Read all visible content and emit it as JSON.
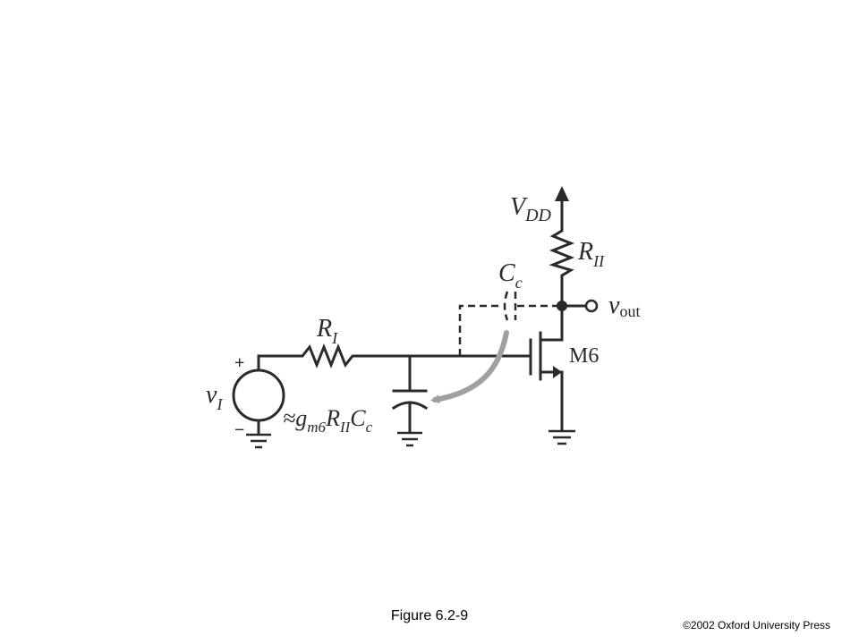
{
  "figure": {
    "caption": "Figure 6.2-9",
    "copyright": "©2002 Oxford University Press"
  },
  "circuit": {
    "labels": {
      "vdd": {
        "main": "V",
        "sub": "DD"
      },
      "rii": {
        "main": "R",
        "sub": "II"
      },
      "cc": {
        "main": "C",
        "sub": "c"
      },
      "vout": {
        "main": "v",
        "sub": "out"
      },
      "m6": "M6",
      "ri": {
        "main": "R",
        "sub": "I"
      },
      "vi": {
        "main": "v",
        "sub": "I"
      },
      "plus": "+",
      "minus": "−",
      "miller": {
        "approx": "≈",
        "g": "g",
        "g_sub": "m6",
        "r": "R",
        "r_sub": "II",
        "c": "C",
        "c_sub": "c"
      }
    },
    "colors": {
      "ink": "#2a2a2a",
      "arrow": "#a0a0a0"
    }
  }
}
